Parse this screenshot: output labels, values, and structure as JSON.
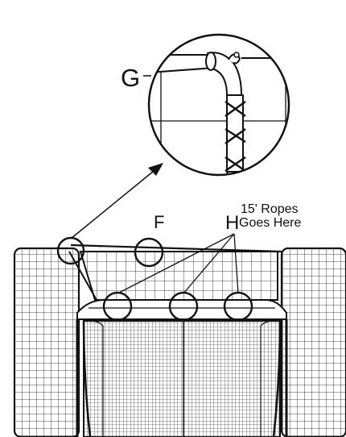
{
  "labels": {
    "g": "G",
    "f": "F",
    "h": "H",
    "rope_note_line1": "15' Ropes",
    "rope_note_line2": "Goes Here"
  },
  "colors": {
    "line": "#111111",
    "background": "#ffffff"
  }
}
